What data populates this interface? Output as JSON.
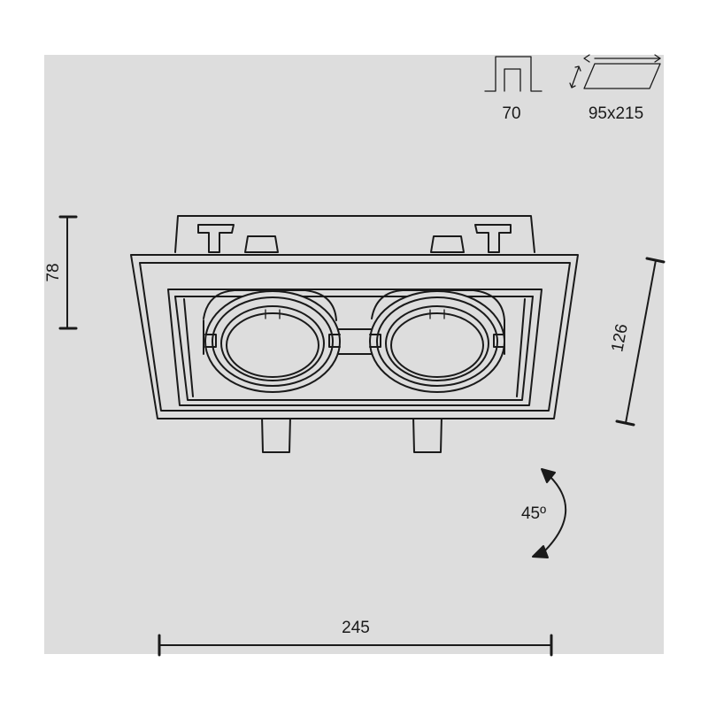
{
  "dimensions": {
    "height": "78",
    "depth": "70",
    "cutout": "95x215",
    "side": "126",
    "width": "245"
  },
  "rotation": {
    "angle": "45º"
  }
}
